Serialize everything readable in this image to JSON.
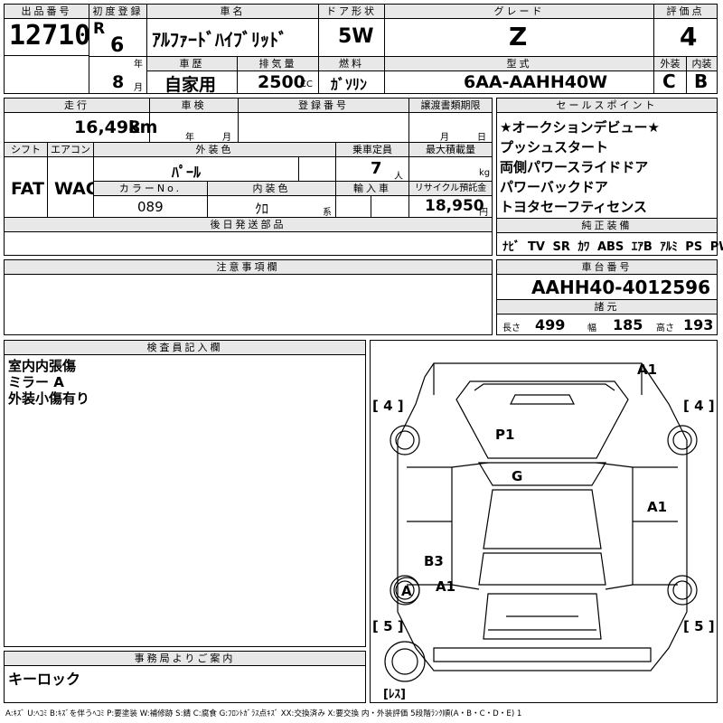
{
  "header": {
    "lot_label": "出品番号",
    "lot_number": "12710",
    "first_reg_label": "初度登録",
    "era": "R",
    "year": "6",
    "year_unit": "年",
    "month": "8",
    "month_unit": "月",
    "car_name_label": "車名",
    "car_name": "ｱﾙﾌｧｰﾄﾞﾊｲﾌﾞﾘｯﾄﾞ",
    "door_label": "ドア形状",
    "door": "5W",
    "grade_label": "グレード",
    "grade": "Z",
    "score_label": "評価点",
    "score": "4",
    "history_label": "車歴",
    "history": "自家用",
    "displacement_label": "排気量",
    "displacement": "2500",
    "displacement_unit": "CC",
    "fuel_label": "燃料",
    "fuel": "ｶﾞｿﾘﾝ",
    "model_label": "型式",
    "model": "6AA-AAHH40W",
    "exterior_label": "外装",
    "exterior": "C",
    "interior_label": "内装",
    "interior": "B"
  },
  "row2": {
    "mileage_label": "走行",
    "mileage": "16,498",
    "mileage_unit": "km",
    "inspection_label": "車検",
    "insp_year_unit": "年",
    "insp_month_unit": "月",
    "reg_no_label": "登録番号",
    "transfer_label": "譲渡書類期限",
    "transfer_month_unit": "月",
    "transfer_day_unit": "日",
    "shift_label": "シフト",
    "shift": "FAT",
    "ac_label": "エアコン",
    "ac": "WAC",
    "ext_color_label": "外装色",
    "ext_color": "ﾊﾟｰﾙ",
    "capacity_label": "乗車定員",
    "capacity": "7",
    "capacity_unit": "人",
    "load_label": "最大積載量",
    "load_unit": "kg",
    "color_no_label": "カラーNo.",
    "color_no": "089",
    "int_color_label": "内装色",
    "int_color": "ｸﾛ",
    "int_color_unit": "系",
    "import_label": "輸入車",
    "recycle_label": "リサイクル預託金",
    "recycle": "18,950",
    "recycle_unit": "円"
  },
  "later_parts_label": "後日発送部品",
  "notes_label": "注意事項欄",
  "selling_points": {
    "label": "セールスポイント",
    "items": [
      "★オークションデビュー★",
      "プッシュスタート",
      "両側パワースライドドア",
      "パワーバックドア",
      "トヨタセーフティセンス"
    ]
  },
  "genuine_equipment": {
    "label": "純正装備",
    "items": [
      "ﾅﾋﾞ",
      "TV",
      "SR",
      "ｶﾜ",
      "ABS",
      "ｴｱB",
      "ｱﾙﾐ",
      "PS",
      "PW"
    ]
  },
  "chassis": {
    "label": "車台番号",
    "number": "AAHH40-4012596",
    "spec_label": "諸元",
    "length_label": "長さ",
    "length": "499",
    "width_label": "幅",
    "width": "185",
    "height_label": "高さ",
    "height": "193"
  },
  "inspector": {
    "label": "検査員記入欄",
    "lines": [
      "室内内張傷",
      "ミラー A",
      "外装小傷有り"
    ]
  },
  "office": {
    "label": "事務局よりご案内",
    "text": "キーロック"
  },
  "diagram": {
    "marks": [
      "A1",
      "P1",
      "G",
      "A1",
      "B3",
      "A1",
      "A"
    ],
    "tires": [
      "[ 4 ]",
      "[ 4 ]",
      "[ 5 ]",
      "[ 5 ]"
    ],
    "spare": "[ﾚｽ]"
  },
  "legend": "A:ｷｽﾞ U:ﾍｺﾐ B:ｷｽﾞを伴うﾍｺﾐ P:要塗装 W:補修跡 S:錆 C:腐食 G:ﾌﾛﾝﾄｶﾞﾗｽ点ｷｽﾞ XX:交換済み X:要交換 内・外装評価 5段階ﾗﾝｸ順(A・B・C・D・E) 1"
}
